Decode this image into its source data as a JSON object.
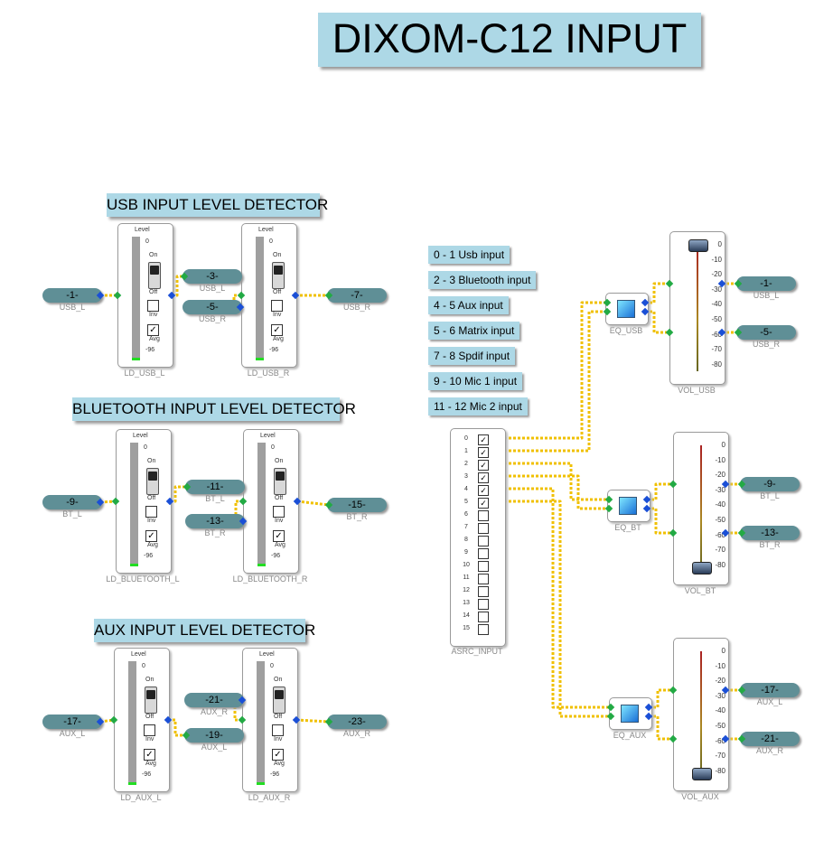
{
  "title": "DIXOM-C12 INPUT",
  "group_titles": {
    "usb": "USB INPUT LEVEL DETECTOR",
    "bluetooth": "BLUETOOTH INPUT LEVEL DETECTOR",
    "aux": "AUX INPUT LEVEL DETECTOR"
  },
  "input_map": [
    "0 - 1 Usb input",
    "2 - 3 Bluetooth input",
    "4 - 5 Aux input",
    "5 - 6 Matrix input",
    "7 - 8 Spdif input",
    "9 - 10  Mic 1  input",
    "11 - 12  Mic 2 input"
  ],
  "tags": [
    {
      "text": "-1-",
      "caption": "USB_L"
    },
    {
      "text": "-3-",
      "caption": "USB_L"
    },
    {
      "text": "-5-",
      "caption": "USB_R"
    },
    {
      "text": "-7-",
      "caption": "USB_R"
    },
    {
      "text": "-9-",
      "caption": "BT_L"
    },
    {
      "text": "-11-",
      "caption": "BT_L"
    },
    {
      "text": "-13-",
      "caption": "BT_R"
    },
    {
      "text": "-15-",
      "caption": "BT_R"
    },
    {
      "text": "-17-",
      "caption": "AUX_L"
    },
    {
      "text": "-21-",
      "caption": "AUX_R"
    },
    {
      "text": "-19-",
      "caption": "AUX_L"
    },
    {
      "text": "-23-",
      "caption": "AUX_R"
    },
    {
      "text": "-1-",
      "caption": "USB_L"
    },
    {
      "text": "-5-",
      "caption": "USB_R"
    },
    {
      "text": "-9-",
      "caption": "BT_L"
    },
    {
      "text": "-13-",
      "caption": "BT_R"
    },
    {
      "text": "-17-",
      "caption": "AUX_L"
    },
    {
      "text": "-21-",
      "caption": "AUX_R"
    }
  ],
  "detector_text": {
    "level": "Level",
    "zero": "0",
    "on": "On",
    "off": "Off",
    "inv": "Inv",
    "avg": "Avg",
    "min": "-96",
    "avg_mark": "✓"
  },
  "detectors": [
    {
      "name": "LD_USB_L",
      "inv": false,
      "avg": true
    },
    {
      "name": "LD_USB_R",
      "inv": false,
      "avg": true
    },
    {
      "name": "LD_BLUETOOTH_L",
      "inv": false,
      "avg": true
    },
    {
      "name": "LD_BLUETOOTH_R",
      "inv": false,
      "avg": true
    },
    {
      "name": "LD_AUX_L",
      "inv": false,
      "avg": true
    },
    {
      "name": "LD_AUX_R",
      "inv": false,
      "avg": true
    }
  ],
  "asrc": {
    "name": "ASRC_INPUT",
    "channels": [
      "0",
      "1",
      "2",
      "3",
      "4",
      "5",
      "6",
      "7",
      "8",
      "9",
      "10",
      "11",
      "12",
      "13",
      "14",
      "15"
    ],
    "checked_count": 6,
    "check_mark": "✓"
  },
  "eq_blocks": [
    "EQ_USB",
    "EQ_BT",
    "EQ_AUX"
  ],
  "volumes": [
    {
      "name": "VOL_USB",
      "level_db": 0
    },
    {
      "name": "VOL_BT",
      "level_db": -80
    },
    {
      "name": "VOL_AUX",
      "level_db": -80
    }
  ],
  "vol_scale": [
    "0",
    "-10",
    "-20",
    "-30",
    "-40",
    "-50",
    "-60",
    "-70",
    "-80"
  ],
  "colors": {
    "title_bg": "#add8e6",
    "tag_bg": "#5f8f96",
    "wire": "#f0c000",
    "pin_in": "#22aa44",
    "pin_out": "#1a4fd6",
    "meter_fill": "#22dd22"
  }
}
